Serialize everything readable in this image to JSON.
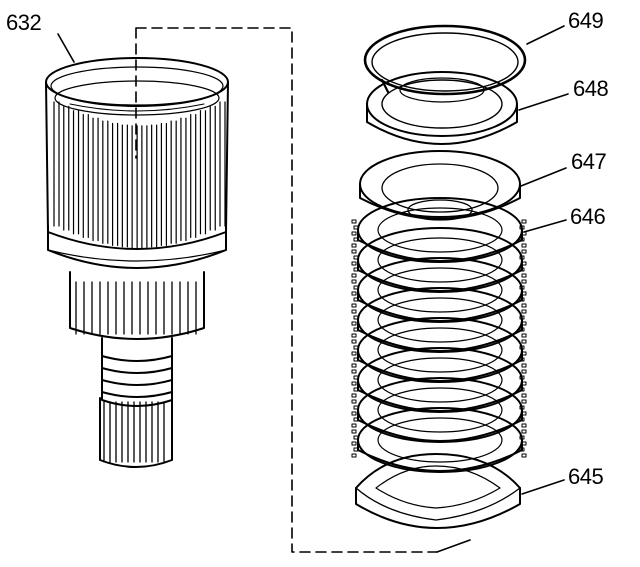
{
  "callouts": {
    "input_housing": "632",
    "snap_ring": "649",
    "backing_plate": "648",
    "apply_plate": "647",
    "clutch_plates": "646",
    "wave_plate": "645"
  },
  "colors": {
    "line": "#000000",
    "background": "#ffffff"
  }
}
